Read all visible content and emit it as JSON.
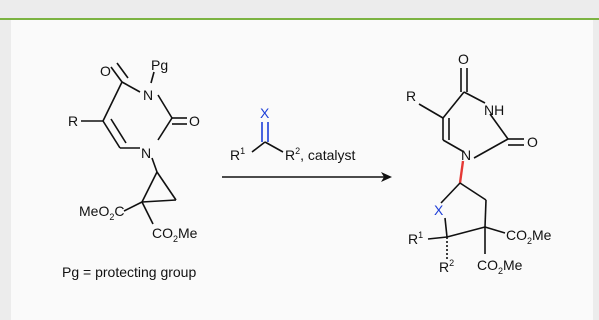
{
  "colors": {
    "accent_bar": "#7cb342",
    "highlight_bond": "#e53935",
    "heteroatom_x": "#1e3fd8"
  },
  "reactant": {
    "o_top": "O",
    "n_top": "N",
    "pg": "Pg",
    "r": "R",
    "o_right": "O",
    "n_ring": "N",
    "ester_left": "MeO",
    "ester_left_sub": "2",
    "ester_left_c": "C",
    "ester_right": "CO",
    "ester_right_sub": "2",
    "ester_right_me": "Me"
  },
  "footnote": "Pg = protecting group",
  "arrow": {
    "x_label": "X",
    "r1": "R",
    "r1_sup": "1",
    "r2": "R",
    "r2_sup": "2",
    "conditions": ", catalyst"
  },
  "product": {
    "o_top": "O",
    "r": "R",
    "nh": "NH",
    "o_right": "O",
    "n_ring": "N",
    "x": "X",
    "r1": "R",
    "r1_sup": "1",
    "r2": "R",
    "r2_sup": "2",
    "ester_a": "CO",
    "ester_a_sub": "2",
    "ester_a_me": "Me",
    "ester_b": "CO",
    "ester_b_sub": "2",
    "ester_b_me": "Me"
  }
}
